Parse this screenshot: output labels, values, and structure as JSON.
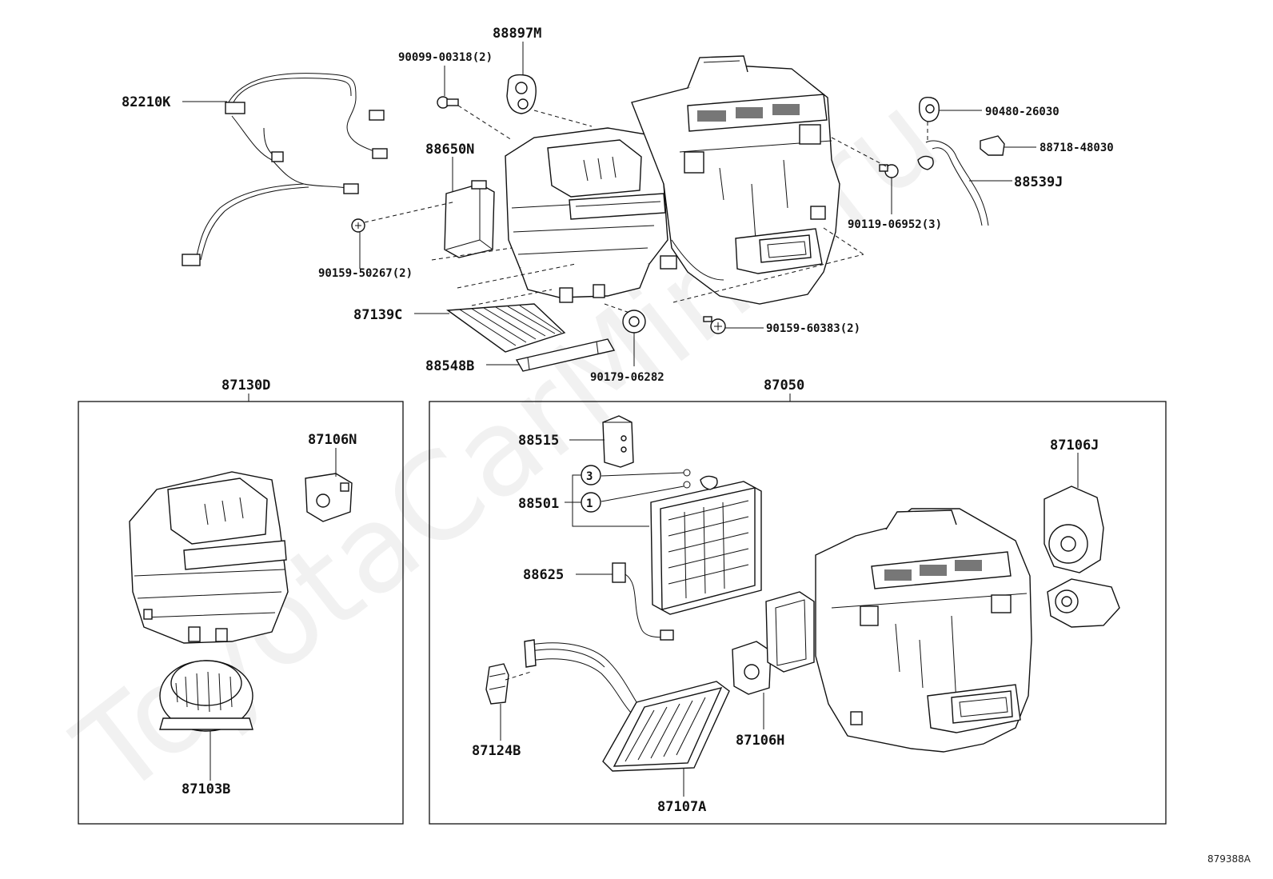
{
  "watermark": "ToyotaCarMine.ru",
  "diagram_code": "879388A",
  "callouts": {
    "c82210K": "82210K",
    "c90099": "90099-00318(2)",
    "c88897M": "88897M",
    "c88650N": "88650N",
    "c90159_50267": "90159-50267(2)",
    "c87139C": "87139C",
    "c88548B": "88548B",
    "c90179": "90179-06282",
    "c90159_60383": "90159-60383(2)",
    "c90119": "90119-06952(3)",
    "c90480": "90480-26030",
    "c88718": "88718-48030",
    "c88539J": "88539J"
  },
  "group_left": {
    "title": "87130D",
    "c87106N": "87106N",
    "c87103B": "87103B"
  },
  "group_right": {
    "title": "87050",
    "c88515": "88515",
    "c88501": "88501",
    "circle_3": "3",
    "circle_1": "1",
    "c88625": "88625",
    "c87124B": "87124B",
    "c87107A": "87107A",
    "c87106H": "87106H",
    "c87106J": "87106J"
  }
}
